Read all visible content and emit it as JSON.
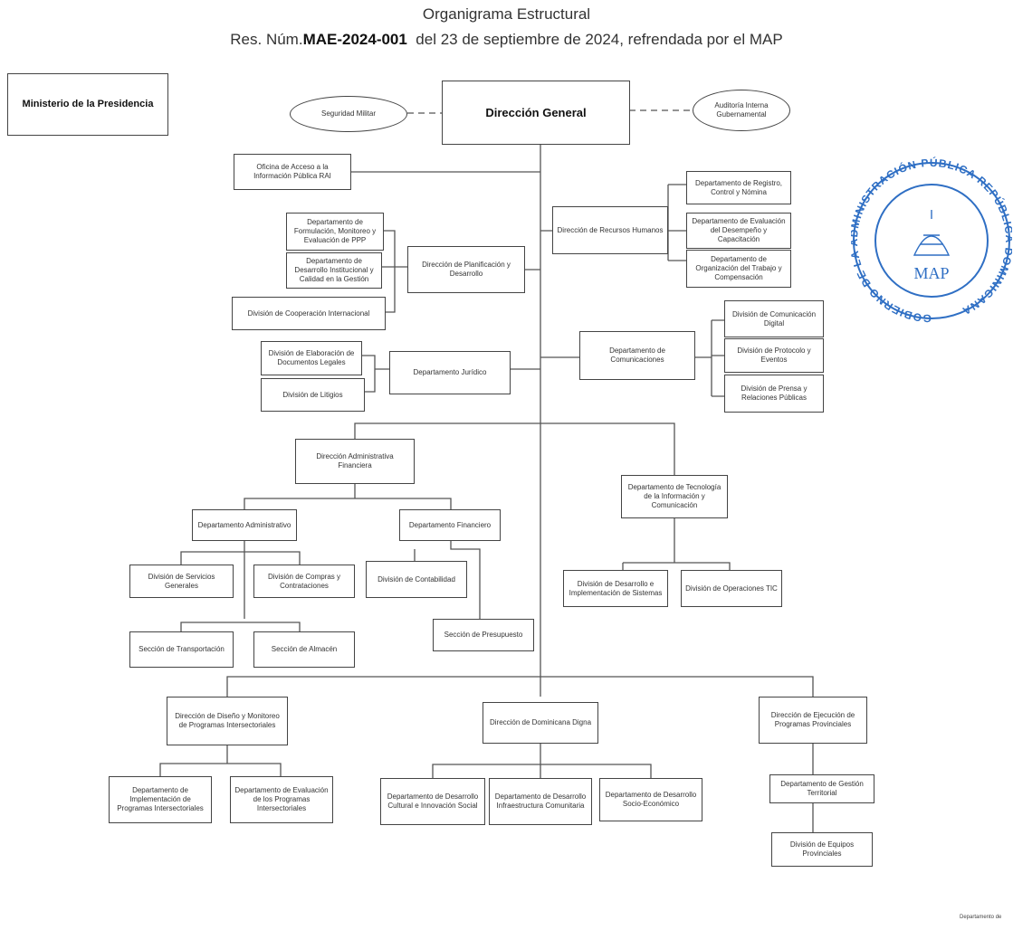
{
  "header": {
    "title": "Organigrama Estructural",
    "res_prefix": "Res. Núm.",
    "res_number": "MAE-2024-001",
    "res_suffix": "del 23 de septiembre de 2024, refrendada por el MAP"
  },
  "side_label": "Ministerio de la Presidencia",
  "nodes": {
    "direccion_general": "Dirección General",
    "seguridad_militar": "Seguridad Militar",
    "auditoria": "Auditoría Interna Gubernamental",
    "oai": "Oficina de Acceso a la Información Pública RAI",
    "rrhh": "Dirección de Recursos Humanos",
    "rrhh_registro": "Departamento de Registro, Control y Nómina",
    "rrhh_evaluacion": "Departamento de Evaluación del Desempeño y Capacitación",
    "rrhh_organizacion": "Departamento de Organización del Trabajo y Compensación",
    "planificacion": "Dirección de Planificación y Desarrollo",
    "plan_formulacion": "Departamento de Formulación, Monitoreo y Evaluación de PPP",
    "plan_desarrollo": "Departamento de Desarrollo Institucional y Calidad en la Gestión",
    "plan_cooperacion": "División de Cooperación Internacional",
    "comunicaciones": "Departamento de Comunicaciones",
    "com_digital": "División de Comunicación Digital",
    "com_protocolo": "División de Protocolo y Eventos",
    "com_prensa": "División de Prensa y Relaciones Públicas",
    "juridico": "Departamento Jurídico",
    "jur_documentos": "División de Elaboración de Documentos Legales",
    "jur_litigios": "División de Litigios",
    "daf": "Dirección Administrativa Financiera",
    "administrativo": "Departamento Administrativo",
    "financiero": "Departamento Financiero",
    "serv_generales": "División de Servicios Generales",
    "compras": "División de Compras y Contrataciones",
    "contabilidad": "División de Contabilidad",
    "presupuesto": "Sección de Presupuesto",
    "transportacion": "Sección de Transportación",
    "almacen": "Sección de Almacén",
    "tic": "Departamento de Tecnología de la Información y Comunicación",
    "tic_desarrollo": "División de Desarrollo e Implementación de Sistemas",
    "tic_operaciones": "División de Operaciones TIC",
    "diseno": "Dirección de Diseño y Monitoreo de Programas Intersectoriales",
    "diseno_impl": "Departamento de Implementación de Programas Intersectoriales",
    "diseno_eval": "Departamento de Evaluación de los Programas Intersectoriales",
    "digna": "Dirección de Dominicana Digna",
    "digna_cultural": "Departamento de Desarrollo Cultural e Innovación Social",
    "digna_infra": "Departamento de Desarrollo Infraestructura Comunitaria",
    "digna_socio": "Departamento de Desarrollo Socio-Económico",
    "provincial": "Dirección de Ejecución de Programas Provinciales",
    "prov_gestion": "Departamento de Gestión Territorial",
    "prov_equipos": "División de Equipos Provinciales"
  },
  "stamp": {
    "ring_text": "GOBIERNO DE LA ADMINISTRACIÓN PÚBLICA REPÚBLICA DOMINICANA",
    "center": "MAP"
  },
  "footer": "Departamento de",
  "colors": {
    "line": "#555555",
    "stamp": "#2f6fc4"
  }
}
